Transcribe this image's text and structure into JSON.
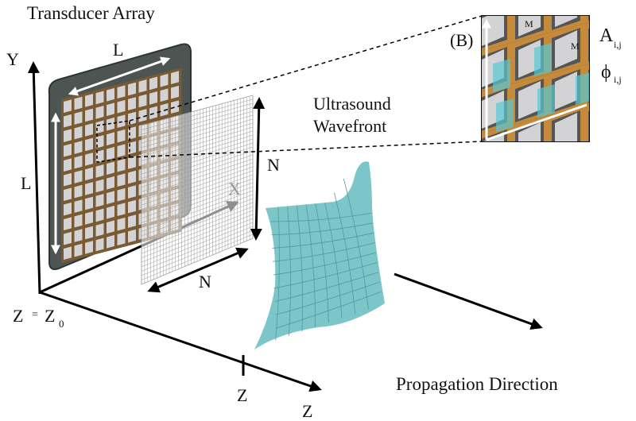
{
  "diagram": {
    "title_transducer": "Transducer Array",
    "label_wavefront_line1": "Ultrasound",
    "label_wavefront_line2": "Wavefront",
    "label_propagation": "Propagation Direction",
    "axes": {
      "y_label": "Y",
      "x_label": "X",
      "z_label": "Z",
      "z_tick_label": "Z",
      "origin_label_left": "Z",
      "origin_equals": "=",
      "origin_label_right": "Z",
      "origin_subscript": "0"
    },
    "dimensions": {
      "array_width": "L",
      "array_height": "L",
      "grid_height": "N",
      "grid_width": "N"
    },
    "inset": {
      "label": "(B)",
      "element_size_top": "M",
      "element_size_right": "M",
      "amplitude_symbol": "A",
      "amplitude_subscript": "i,j",
      "phase_symbol": "ϕ",
      "phase_subscript": "i,j"
    },
    "array_elements": {
      "rows": 11,
      "cols": 11
    },
    "colors": {
      "panel": "#4d5552",
      "frame": "#7a5a33",
      "element": "#d3d3d6",
      "wavefront": "#7cc5c9",
      "wavefront_lines": "#4f9aa0",
      "inset_bg": "#3a3a3a",
      "inset_frame": "#c58a3a",
      "inset_phase": "#59c7d1"
    }
  }
}
